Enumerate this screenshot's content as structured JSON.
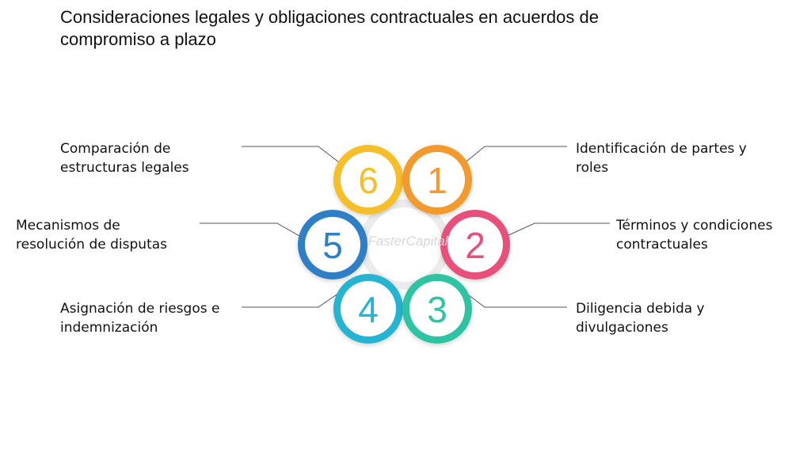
{
  "title": "Consideraciones legales y obligaciones contractuales en acuerdos de compromiso a plazo",
  "watermark": "FasterCapital",
  "steps": [
    {
      "number": "1",
      "label_lines": [
        "Identificación de partes y",
        "roles"
      ],
      "color": "#f39a2e"
    },
    {
      "number": "2",
      "label_lines": [
        "Términos y condiciones",
        "contractuales"
      ],
      "color": "#e8507a"
    },
    {
      "number": "3",
      "label_lines": [
        "Diligencia debida y",
        "divulgaciones"
      ],
      "color": "#2fc3a3"
    },
    {
      "number": "4",
      "label_lines": [
        "Asignación de riesgos e",
        "indemnización"
      ],
      "color": "#27b4d2"
    },
    {
      "number": "5",
      "label_lines": [
        "Mecanismos de",
        "resolución de disputas"
      ],
      "color": "#2f7fc6"
    },
    {
      "number": "6",
      "label_lines": [
        "Comparación de",
        "estructuras legales"
      ],
      "color": "#f6bf2a"
    }
  ]
}
